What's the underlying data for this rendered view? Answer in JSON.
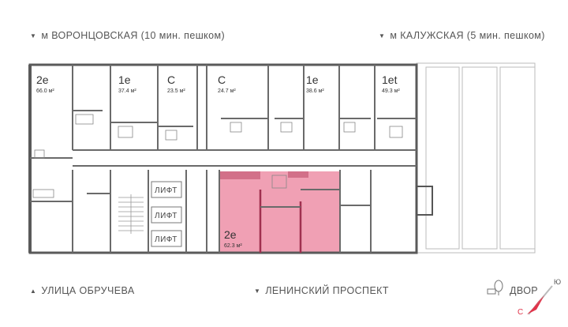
{
  "metro": {
    "left": "м ВОРОНЦОВСКАЯ  (10 мин. пешком)",
    "right": "м КАЛУЖСКАЯ (5 мин. пешком)"
  },
  "streets": {
    "left": "УЛИЦА ОБРУЧЕВА",
    "center": "ЛЕНИНСКИЙ ПРОСПЕКТ"
  },
  "yard": {
    "label": "ДВОР"
  },
  "compass": {
    "north": "С",
    "east": "Ю"
  },
  "units": [
    {
      "type": "2е",
      "area": "66.0 м²"
    },
    {
      "type": "1е",
      "area": "37.4 м²"
    },
    {
      "type": "С",
      "area": "23.5 м²"
    },
    {
      "type": "С",
      "area": "24.7 м²"
    },
    {
      "type": "1е",
      "area": "38.6 м²"
    },
    {
      "type": "1еt",
      "area": "49.3 м²"
    },
    {
      "type": "2е",
      "area": "62.3 м²"
    }
  ],
  "lifts": [
    "ЛИФТ",
    "ЛИФТ",
    "ЛИФТ"
  ],
  "colors": {
    "wall": "#5a5a5a",
    "highlight": "#f0a0b4",
    "highlight_dark": "#a0304f",
    "compass_red": "#e0344a"
  }
}
